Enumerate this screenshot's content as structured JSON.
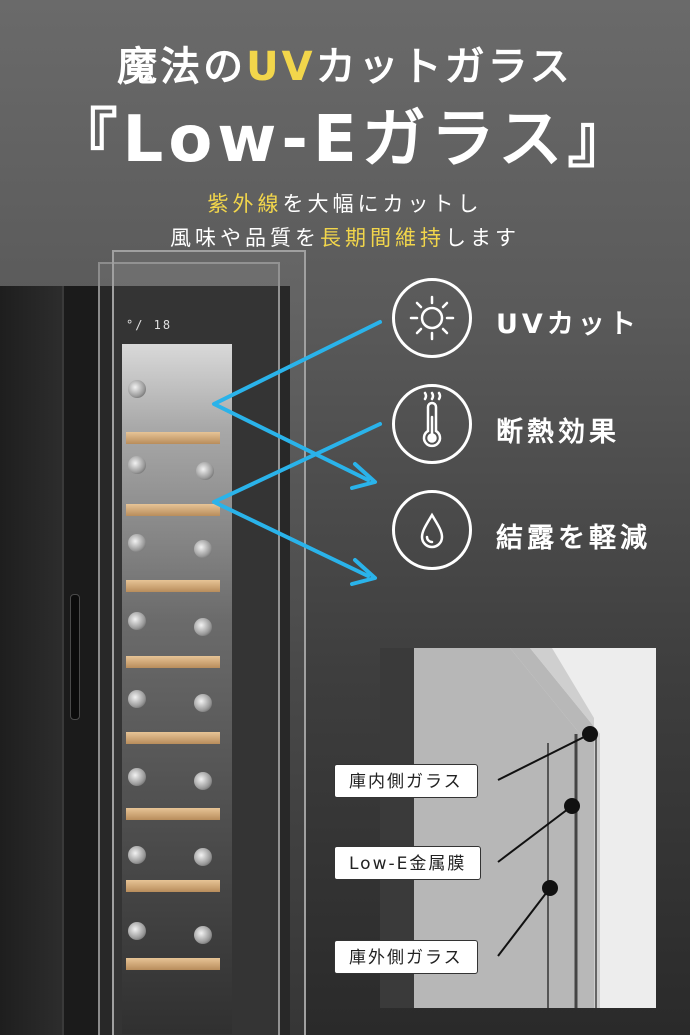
{
  "headline": {
    "line1_pre": "魔法の",
    "line1_accent": "UV",
    "line1_post": "カットガラス",
    "line2": "『Low-Eガラス』"
  },
  "subtitle": {
    "line1_accent": "紫外線",
    "line1_post": "を大幅にカットし",
    "line2_pre": "風味や品質を",
    "line2_accent": "長期間維持",
    "line2_post": "します"
  },
  "panel_readout": "°/ 18",
  "features": [
    {
      "label": "UVカット",
      "icon": "sun-icon"
    },
    {
      "label": "断熱効果",
      "icon": "thermometer-icon"
    },
    {
      "label": "結露を軽減",
      "icon": "water-drop-icon"
    }
  ],
  "layers": [
    {
      "label": "庫内側ガラス"
    },
    {
      "label": "Low-E金属膜"
    },
    {
      "label": "庫外側ガラス"
    }
  ],
  "colors": {
    "accent_yellow": "#f2d64b",
    "arrow_blue": "#2ab3ea",
    "background": "#4a4a4a"
  }
}
